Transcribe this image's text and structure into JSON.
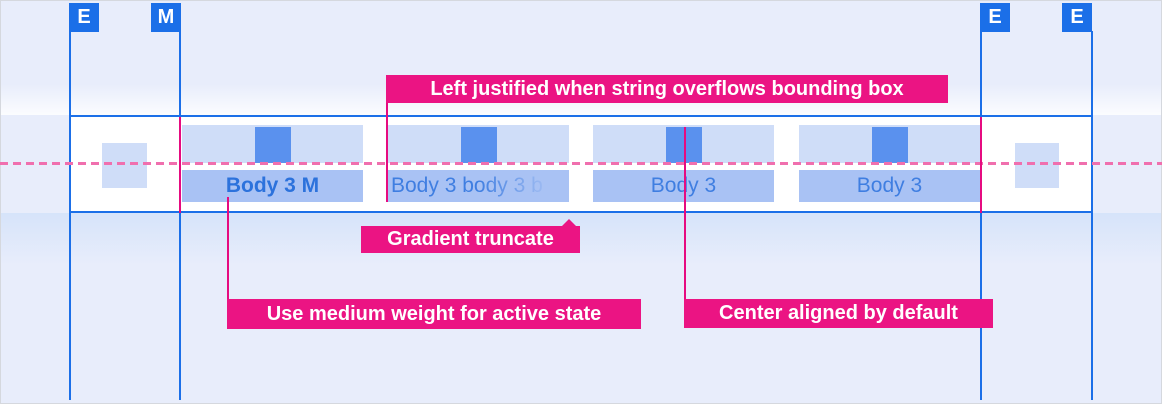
{
  "colors": {
    "background": "#e8edfb",
    "keyline_blue": "#1b6fe8",
    "annotation_pink": "#eb1483",
    "leader_pink": "#e60b80",
    "dash_pink": "#f06fae",
    "tab_icon_box": "#cfddf8",
    "tab_label_bg": "#a9c2f4",
    "icon_blue": "#5a91ee",
    "tab_text_blue": "#2c72dc"
  },
  "margin_badges": [
    {
      "label": "E"
    },
    {
      "label": "M"
    },
    {
      "label": "E"
    },
    {
      "label": "E"
    }
  ],
  "tab_bar": {
    "tabs": [
      {
        "label": "Body 3 M",
        "state": "active"
      },
      {
        "label": "Body 3 body 3 b",
        "state": "gradient-truncated"
      },
      {
        "label": "Body 3",
        "state": "default"
      },
      {
        "label": "Body 3",
        "state": "default"
      }
    ]
  },
  "annotations": {
    "left_justified": "Left justified when string overflows bounding box",
    "gradient_truncate": "Gradient truncate",
    "medium_weight": "Use medium weight for active state",
    "center_aligned": "Center aligned by default"
  }
}
